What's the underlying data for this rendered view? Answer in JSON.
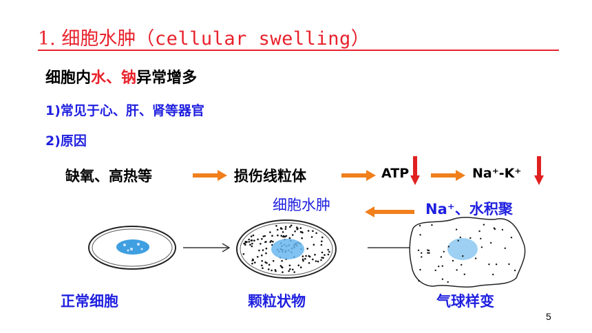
{
  "slide": {
    "title_number": "1.",
    "title_cn": "细胞水肿",
    "title_en": "（cellular swelling）",
    "subtitle_parts": {
      "pre": "细胞内",
      "water": "水",
      "sep": "、",
      "sodium": "钠",
      "post": "异常增多"
    },
    "point1": "1)常见于心、肝、肾等器官",
    "point2": "2)原因",
    "flow": {
      "step1": "缺氧、高热等",
      "step2": "损伤线粒体",
      "step3": "ATP",
      "step4": "Na⁺-K⁺",
      "step5": "Na⁺、水积聚",
      "result": "细胞水肿"
    },
    "stages": [
      "正常细胞",
      "颗粒状物",
      "气球样变"
    ],
    "page_number": "5"
  },
  "colors": {
    "title_red": "#e8212b",
    "text_blue": "#1f1fe0",
    "arrow_orange": "#f07f1c",
    "down_arrow_red": "#e02020",
    "nucleus_blue": "#3f9fe0"
  },
  "icons": {
    "flow_arrow": "orange-right-arrow",
    "decrease": "red-down-arrow",
    "back_arrow": "orange-left-arrow",
    "stage_arrow": "thin-right-arrow"
  }
}
